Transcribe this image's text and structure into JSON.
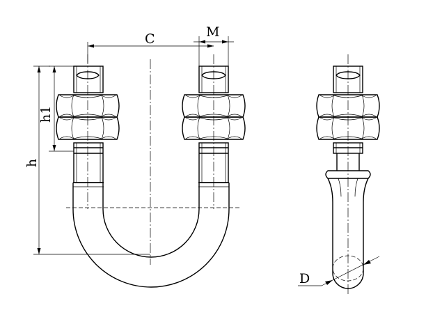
{
  "drawing": {
    "labels": {
      "C": "C",
      "M": "M",
      "h1": "h1",
      "h": "h",
      "D": "D"
    }
  }
}
